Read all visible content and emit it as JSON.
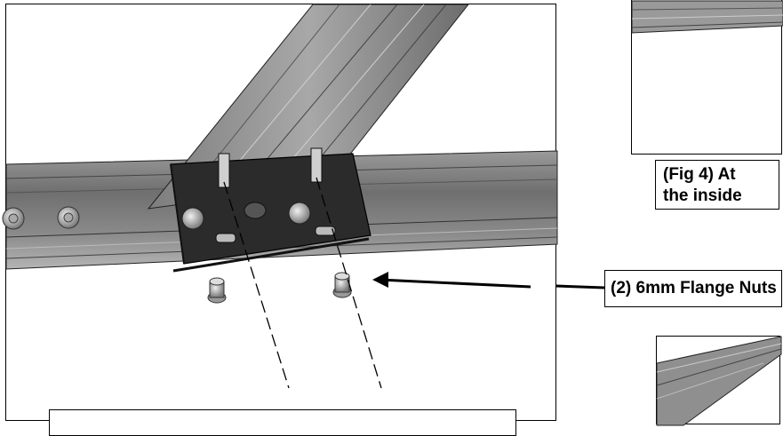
{
  "labels": {
    "flange_nuts": "(2) 6mm Flange Nuts",
    "fig4_line1": "(Fig 4) At",
    "fig4_line2": "the inside"
  }
}
